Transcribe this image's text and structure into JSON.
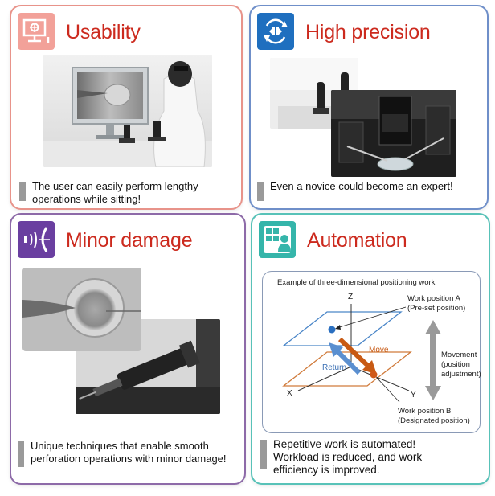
{
  "panels": {
    "usability": {
      "title": "Usability",
      "caption": "The user can easily perform lengthy operations while sitting!",
      "icon": "monitor-icon"
    },
    "precision": {
      "title": "High precision",
      "caption": "Even a novice could become an expert!",
      "icon": "rotation-arrows-icon"
    },
    "damage": {
      "title": "Minor damage",
      "caption": "Unique techniques that enable smooth perforation operations with minor damage!",
      "icon": "sound-wave-icon"
    },
    "automation": {
      "title": "Automation",
      "caption": "Repetitive work is automated! Workload is reduced, and work efficiency is improved.",
      "icon": "calculator-person-icon",
      "diagram": {
        "heading": "Example of three-dimensional positioning work",
        "axis_z": "Z",
        "axis_x": "X",
        "axis_y": "Y",
        "pos_a_line1": "Work position A",
        "pos_a_line2": "(Pre-set position)",
        "pos_b_line1": "Work position B",
        "pos_b_line2": "(Designated position)",
        "move_label": "Move",
        "return_label": "Return",
        "movement_line1": "Movement",
        "movement_line2": "(position",
        "movement_line3": "adjustment)"
      }
    }
  },
  "colors": {
    "title_red": "#cc2a1e",
    "usability_border": "#e8938a",
    "precision_border": "#6f8fc9",
    "damage_border": "#8d6aa8",
    "automation_border": "#58c2b8",
    "move_arrow": "#c85a14",
    "return_arrow": "#5a8fd0"
  }
}
